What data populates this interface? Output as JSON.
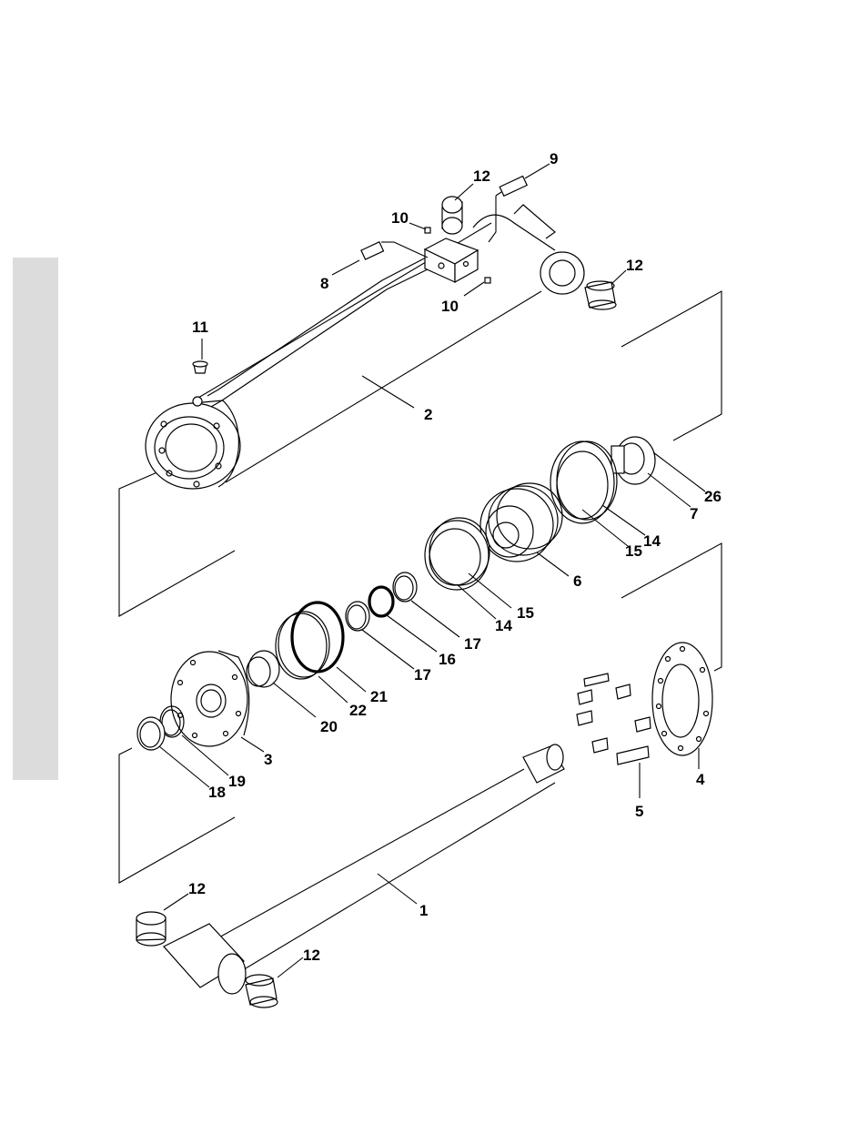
{
  "callouts": [
    {
      "id": "c9",
      "text": "9"
    },
    {
      "id": "c12a",
      "text": "12"
    },
    {
      "id": "c10a",
      "text": "10"
    },
    {
      "id": "c8",
      "text": "8"
    },
    {
      "id": "c10b",
      "text": "10"
    },
    {
      "id": "c12b",
      "text": "12"
    },
    {
      "id": "c11",
      "text": "11"
    },
    {
      "id": "c2",
      "text": "2"
    },
    {
      "id": "c26",
      "text": "26"
    },
    {
      "id": "c7",
      "text": "7"
    },
    {
      "id": "c15a",
      "text": "15"
    },
    {
      "id": "c14a",
      "text": "14"
    },
    {
      "id": "c6",
      "text": "6"
    },
    {
      "id": "c15b",
      "text": "15"
    },
    {
      "id": "c14b",
      "text": "14"
    },
    {
      "id": "c17a",
      "text": "17"
    },
    {
      "id": "c16",
      "text": "16"
    },
    {
      "id": "c17b",
      "text": "17"
    },
    {
      "id": "c21",
      "text": "21"
    },
    {
      "id": "c22",
      "text": "22"
    },
    {
      "id": "c20",
      "text": "20"
    },
    {
      "id": "c3",
      "text": "3"
    },
    {
      "id": "c19",
      "text": "19"
    },
    {
      "id": "c18",
      "text": "18"
    },
    {
      "id": "c4",
      "text": "4"
    },
    {
      "id": "c5",
      "text": "5"
    },
    {
      "id": "c1",
      "text": "1"
    },
    {
      "id": "c12c",
      "text": "12"
    },
    {
      "id": "c12d",
      "text": "12"
    }
  ]
}
